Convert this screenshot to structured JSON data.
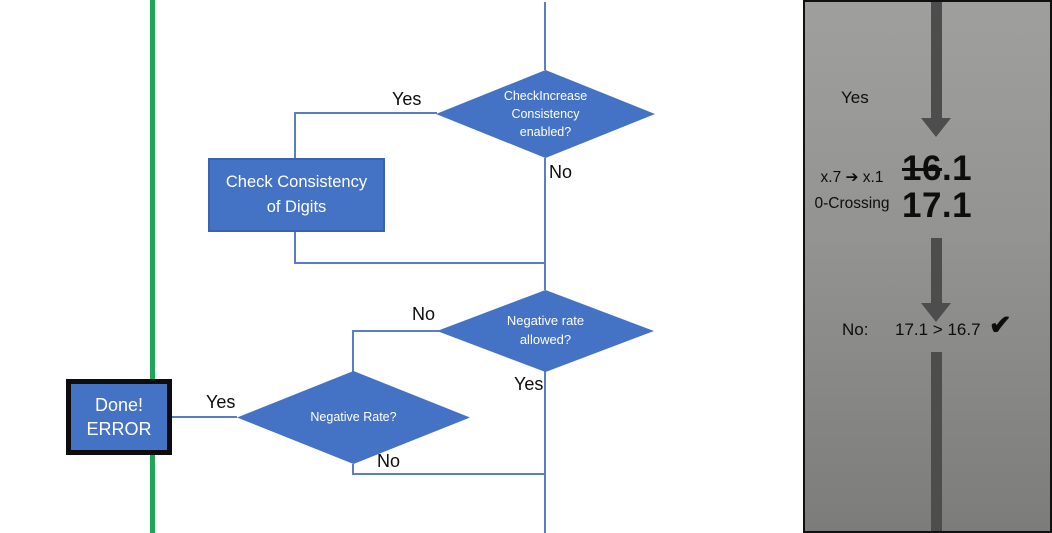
{
  "flow": {
    "diamond1_label": "CheckIncrease Consistency enabled?",
    "diamond1_yes": "Yes",
    "diamond1_no": "No",
    "process_label": "Check Consistency of Digits",
    "diamond2_label": "Negative rate allowed?",
    "diamond2_no": "No",
    "diamond2_yes": "Yes",
    "diamond3_label": "Negative Rate?",
    "diamond3_yes": "Yes",
    "diamond3_no": "No",
    "done_line1": "Done!",
    "done_line2": "ERROR"
  },
  "panel": {
    "yes_label": "Yes",
    "transform_rule": "x.7 ➔ x.1",
    "rule_name": "0-Crossing",
    "old_value_struck": "16",
    "old_value_tail": ".1",
    "new_value": "17.1",
    "answer_label": "No:",
    "comparison": "17.1 > 16.7",
    "check_mark": "✔"
  },
  "colors": {
    "shape_blue": "#4472C4",
    "connector_blue": "#5B7EC2",
    "accent_green": "#1FA656",
    "panel_arrow_gray": "#4D4D4D"
  }
}
